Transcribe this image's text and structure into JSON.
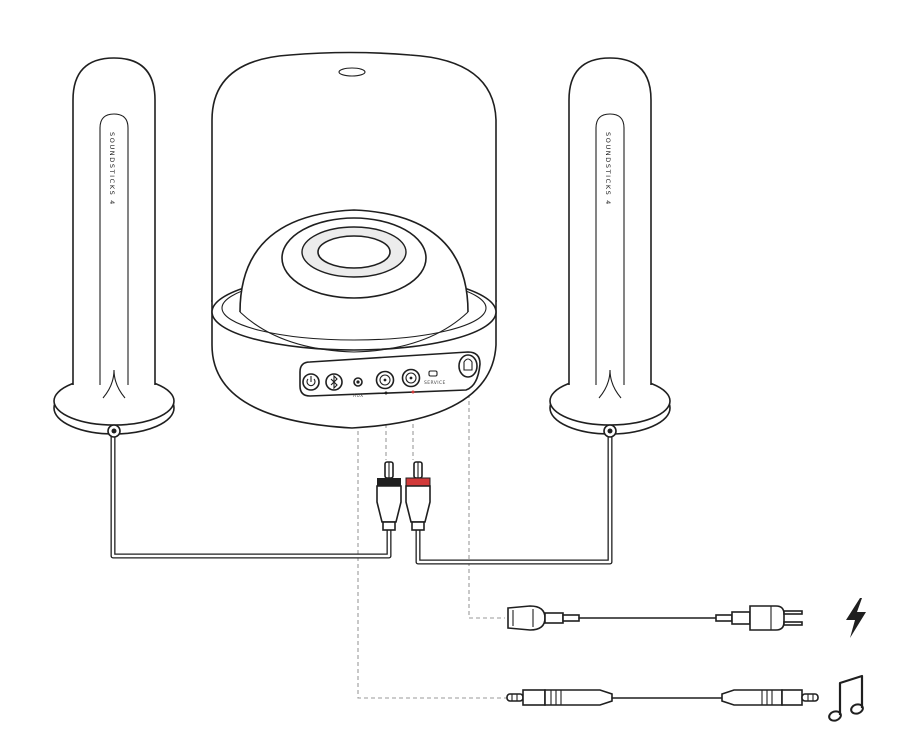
{
  "speakers": {
    "left": {
      "label": "SOUNDSTICKS 4"
    },
    "right": {
      "label": "SOUNDSTICKS 4"
    }
  },
  "subwoofer": {
    "ports": {
      "aux": "AUX",
      "service": "SERVICE"
    }
  },
  "icons": {
    "power": "power-icon",
    "bluetooth": "bluetooth-icon",
    "lightning": "lightning-icon",
    "music": "music-note-icon"
  },
  "colors": {
    "line": "#1f1f1f",
    "dashed": "#9a9a9a",
    "rca_right_band": "#d23a3a",
    "rca_left_band": "#1f1f1f",
    "cable_inner": "#ffffff"
  }
}
